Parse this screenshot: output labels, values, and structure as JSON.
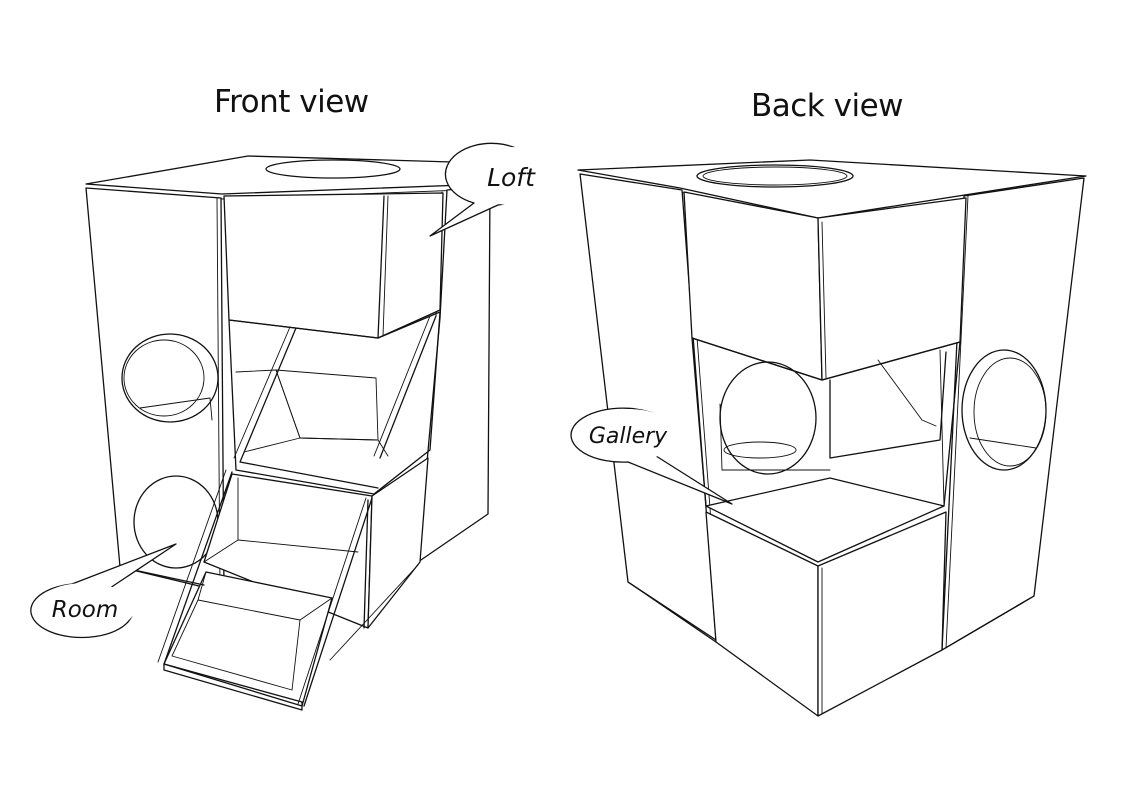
{
  "views": {
    "front": {
      "title": "Front view"
    },
    "back": {
      "title": "Back view"
    }
  },
  "callouts": {
    "loft": "Loft",
    "room": "Room",
    "gallery": "Gallery"
  },
  "colors": {
    "line": "#111111",
    "background": "#ffffff"
  }
}
